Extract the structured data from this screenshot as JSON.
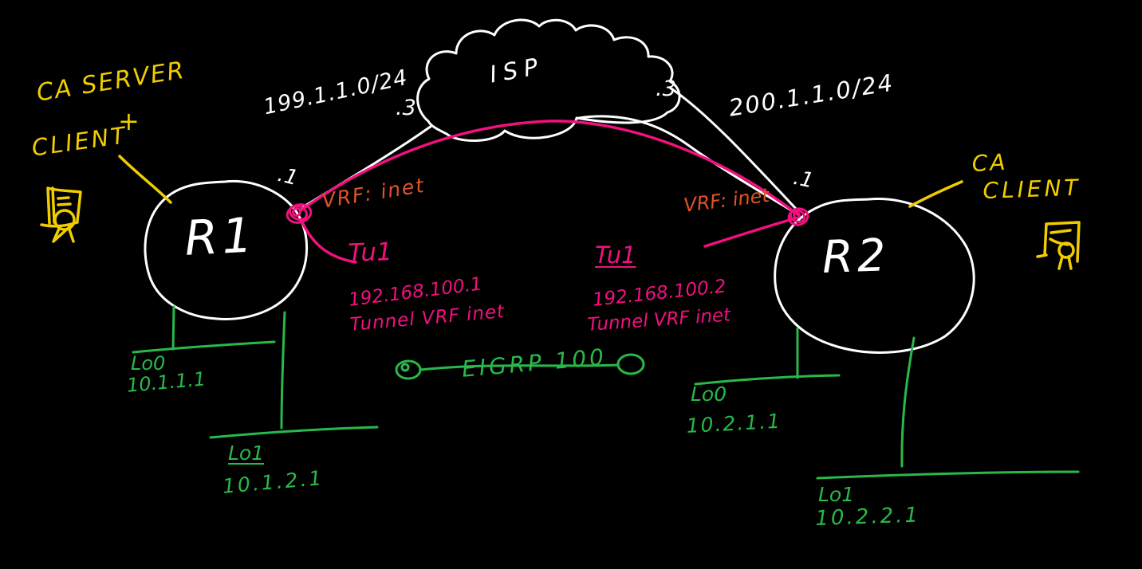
{
  "board": {
    "background": "#000000"
  },
  "colors": {
    "ink_white": "#ffffff",
    "ink_yellow": "#f0cd00",
    "ink_pink": "#f1107e",
    "ink_orange": "#e05327",
    "ink_green": "#28b94a"
  },
  "routers": {
    "r1": {
      "name": "R1"
    },
    "r2": {
      "name": "R2"
    }
  },
  "isp_cloud": {
    "label": "ISP"
  },
  "ca_annotations": {
    "left": {
      "line1": "CA SERVER",
      "plus": "+",
      "line2": "CLIENT",
      "icon": "certificate-icon"
    },
    "right": {
      "line1": "CA",
      "line2": "CLIENT",
      "icon": "certificate-icon"
    }
  },
  "wan_links": {
    "left": {
      "subnet": "199.1.1.0/24",
      "isp_side_host": ".3",
      "router_side_host": ".1",
      "vrf": "VRF: inet"
    },
    "right": {
      "subnet": "200.1.1.0/24",
      "isp_side_host": ".3",
      "router_side_host": ".1",
      "vrf": "VRF: inet"
    }
  },
  "tunnel": {
    "r1_end": {
      "interface": "Tu1",
      "ip": "192.168.100.1",
      "vrf_line": "Tunnel VRF inet"
    },
    "r2_end": {
      "interface": "Tu1",
      "ip": "192.168.100.2",
      "vrf_line": "Tunnel VRF inet"
    }
  },
  "routing": {
    "label": "EIGRP 100"
  },
  "loopbacks": {
    "r1_lo0": {
      "name": "Lo0",
      "ip": "10.1.1.1"
    },
    "r1_lo1": {
      "name": "Lo1",
      "ip": "10.1.2.1"
    },
    "r2_lo0": {
      "name": "Lo0",
      "ip": "10.2.1.1"
    },
    "r2_lo1": {
      "name": "Lo1",
      "ip": "10.2.2.1"
    }
  }
}
